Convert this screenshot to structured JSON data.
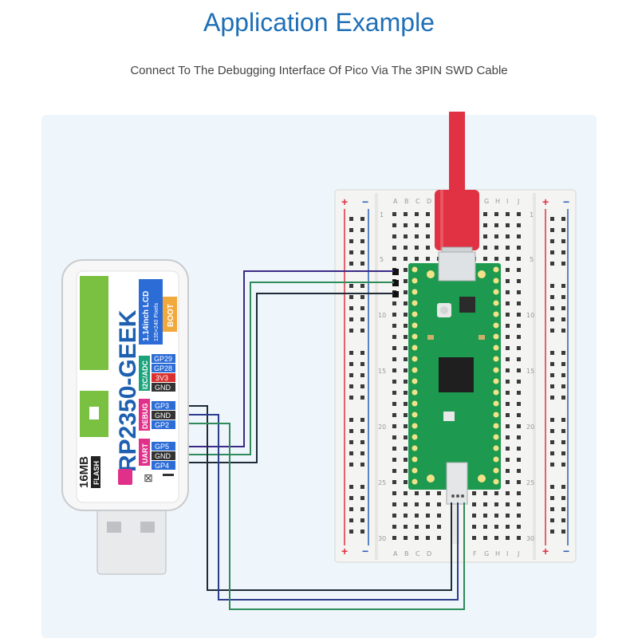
{
  "header": {
    "title": "Application Example",
    "subtitle": "Connect To The Debugging Interface Of Pico Via The 3PIN SWD Cable"
  },
  "device": {
    "name": "RP2350-GEEK",
    "lcd_label": "1.14inch LCD",
    "lcd_res": "135×240 Pixels",
    "boot_label": "BOOT",
    "flash_size": "16MB",
    "flash_label": "FLASH",
    "i2c_group": "I2C/ADC",
    "i2c_pins": [
      "GP29",
      "GP28",
      "3V3",
      "GND"
    ],
    "debug_group": "DEBUG",
    "debug_pins": [
      "GP3",
      "GND",
      "GP2"
    ],
    "uart_group": "UART",
    "uart_pins": [
      "GP5",
      "GND",
      "GP4"
    ]
  },
  "breadboard": {
    "cols_left": [
      "A",
      "B",
      "C",
      "D"
    ],
    "cols_right": [
      "G",
      "H",
      "I",
      "J"
    ],
    "cols_bottom_left": [
      "A",
      "B",
      "C",
      "D"
    ],
    "cols_bottom_right": [
      "F",
      "G",
      "H",
      "I",
      "J"
    ],
    "row_numbers": [
      "1",
      "5",
      "10",
      "15",
      "20",
      "25",
      "30"
    ],
    "plus": "+",
    "minus": "−"
  },
  "colors": {
    "title": "#1f6fb6",
    "cable": "#e03242",
    "pico": "#1d9a4f",
    "wire_purple": "#3b2a86",
    "wire_dark": "#1f2b38",
    "wire_green": "#2f8c5a",
    "wire_blue": "#2c3c8c",
    "pin_pink": "#e0308a",
    "pin_blue": "#2c6cd6",
    "pin_red": "#d9302f"
  }
}
